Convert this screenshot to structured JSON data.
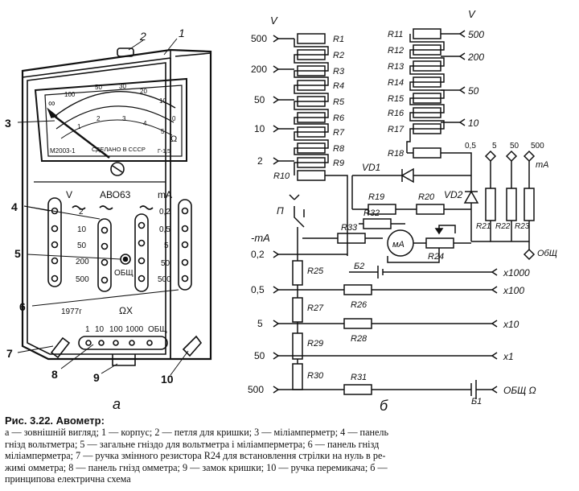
{
  "figure": {
    "part_a": {
      "callouts": [
        "1",
        "2",
        "3",
        "4",
        "5",
        "6",
        "7",
        "8",
        "9",
        "10"
      ],
      "scale_numbers": [
        "100",
        "50",
        "30",
        "20",
        "10",
        "0",
        "∞",
        "1",
        "2",
        "3",
        "4",
        "5"
      ],
      "scale_unit": "Ω",
      "meter_model": "М2003-1",
      "made_in": "СДЕЛАНО В СССР",
      "meter_class": "Г-1,5",
      "panel_v_header": "V",
      "panel_model": "АВО63",
      "panel_ma_header": "mA",
      "v_jacks": [
        "2",
        "10",
        "50",
        "200",
        "500"
      ],
      "ma_jacks": [
        "0,2",
        "0,5",
        "5",
        "50",
        "500"
      ],
      "common_label": "ОБЩ",
      "year": "1977г",
      "ohm_label": "ΩX",
      "ohm_ranges": [
        "1",
        "10",
        "100",
        "1000",
        "ОБЩ"
      ],
      "label": "а"
    },
    "part_b": {
      "v_left_unit": "V",
      "v_left_values": [
        "500",
        "200",
        "50",
        "10",
        "2"
      ],
      "resistors_left": [
        "R1",
        "R2",
        "R3",
        "R4",
        "R5",
        "R6",
        "R7",
        "R8",
        "R9",
        "R10"
      ],
      "v_right_unit": "V",
      "v_right_values": [
        "500",
        "200",
        "50",
        "10"
      ],
      "resistors_right": [
        "R11",
        "R12",
        "R13",
        "R14",
        "R15",
        "R16",
        "R17",
        "R18"
      ],
      "diodes": [
        "VD1",
        "VD2"
      ],
      "mid_resistors": [
        "R19",
        "R20",
        "R32",
        "R33"
      ],
      "pot_label": "R24",
      "meter_label": "мА",
      "switch_label": "П",
      "battery_b2": "Б2",
      "battery_b1": "Б1",
      "shunt_terminals": [
        "0,5",
        "5",
        "50",
        "500"
      ],
      "shunt_unit": "mA",
      "shunts": [
        "R21",
        "R22",
        "R23"
      ],
      "common": "ОбЩ",
      "ma_unit": "-mA",
      "ma_values": [
        "0,2",
        "0,5",
        "5",
        "50",
        "500"
      ],
      "ladder": [
        "R25",
        "R27",
        "R29",
        "R30"
      ],
      "series_r": [
        "R26",
        "R28",
        "R31"
      ],
      "ohm_outputs": [
        "x1000",
        "x100",
        "x10",
        "x1",
        "ОБЩ Ω"
      ],
      "label": "б"
    }
  },
  "caption": {
    "title": "Рис. 3.22. Авометр:",
    "line1": "а — зовнішній вигляд; 1 — корпус; 2 — петля для кришки; 3 — міліамперметр; 4 — панель",
    "line2": "гнізд вольтметра; 5 — загальне гніздо для вольтметра і міліамперметра; 6 — панель гнізд",
    "line3": "міліамперметра; 7 — ручка змінного резистора R24 для встановлення стрілки на нуль в ре-",
    "line4": "жимі омметра; 8 — панель гнізд омметра; 9 — замок кришки; 10 — ручка перемикача; б —",
    "line5": "принципова електрична схема"
  }
}
